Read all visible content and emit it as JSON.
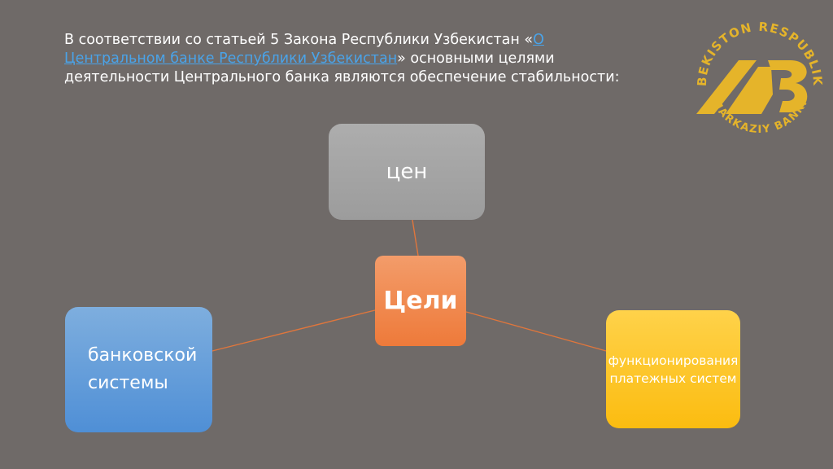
{
  "intro": {
    "prefix": "В соответствии со статьей 5 Закона Республики Узбекистан «",
    "link_text": "О Центральном банке Республики Узбекистан",
    "suffix": "» основными целями деятельности Центрального банка являются обеспечение стабильности:"
  },
  "diagram": {
    "center": "Цели",
    "top": "цен",
    "left": "банковской системы",
    "right": "функционирования платежных систем"
  },
  "logo": {
    "text_top": "O'ZBEKISTON RESPUBLIKASI",
    "text_bottom": "MARKAZIY BANKI"
  },
  "colors": {
    "background": "#6f6a68",
    "connector": "#e0763c",
    "logo_gold": "#e5b42a",
    "top_node": "#a6a6a6",
    "center_node": "#ef7f40",
    "left_node": "#5b9bd5",
    "right_node": "#fec524"
  }
}
